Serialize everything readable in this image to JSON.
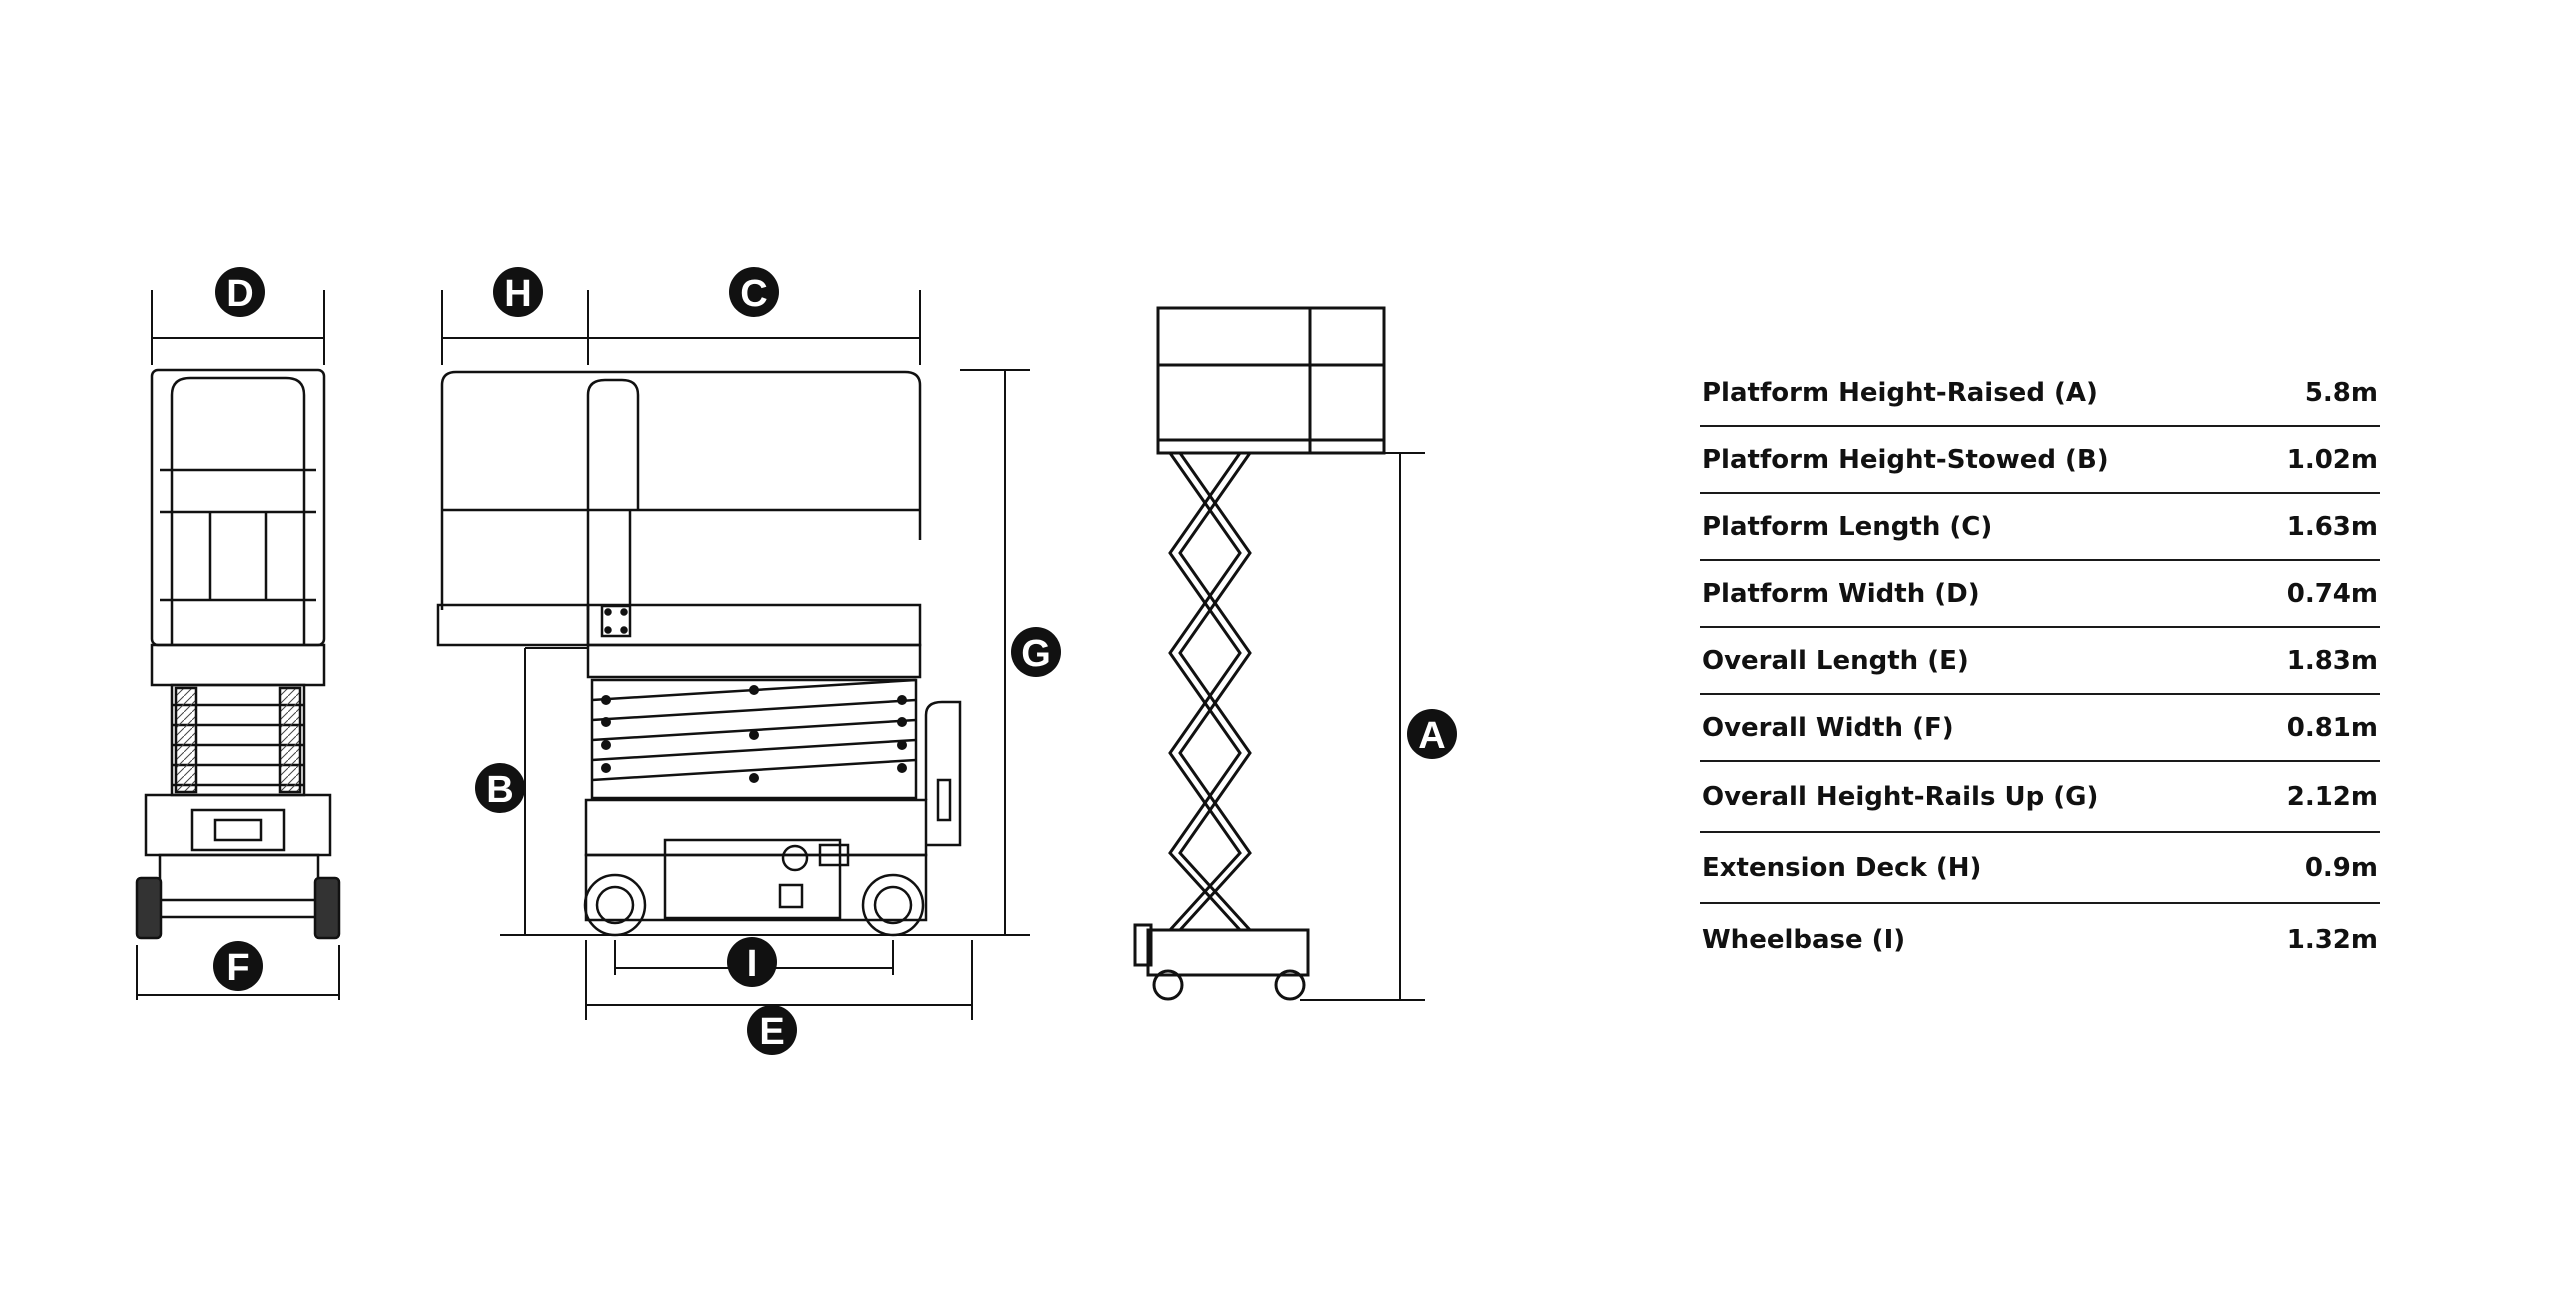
{
  "callouts": {
    "a": "A",
    "b": "B",
    "c": "C",
    "d": "D",
    "e": "E",
    "f": "F",
    "g": "G",
    "h": "H",
    "i": "I"
  },
  "specs": [
    {
      "label": "Platform Height-Raised (A)",
      "value": "5.8m"
    },
    {
      "label": "Platform Height-Stowed (B)",
      "value": "1.02m"
    },
    {
      "label": "Platform Length (C)",
      "value": "1.63m"
    },
    {
      "label": "Platform Width (D)",
      "value": "0.74m"
    },
    {
      "label": "Overall Length (E)",
      "value": "1.83m"
    },
    {
      "label": "Overall Width (F)",
      "value": "0.81m"
    },
    {
      "label": "Overall Height-Rails Up (G)",
      "value": "2.12m"
    },
    {
      "label": "Extension Deck (H)",
      "value": "0.9m"
    },
    {
      "label": "Wheelbase (I)",
      "value": "1.32m"
    }
  ],
  "colors": {
    "ink": "#111111",
    "badge": "#111111",
    "badge_text": "#ffffff"
  }
}
